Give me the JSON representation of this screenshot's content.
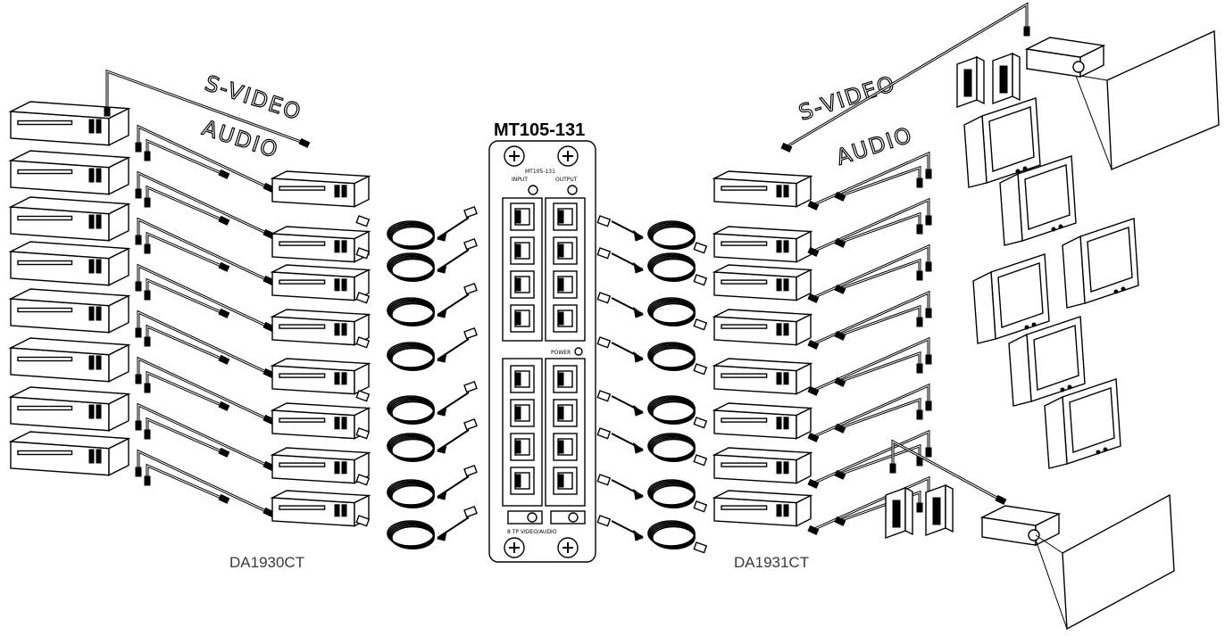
{
  "labels": {
    "module_title": "MT105-131",
    "left_device": "DA1930CT",
    "right_device": "DA1931CT",
    "left_svideo": "S-VIDEO",
    "left_audio": "AUDIO",
    "right_svideo": "S-VIDEO",
    "right_audio": "AUDIO",
    "panel_top": "MT105-131",
    "panel_in": "INPUT",
    "panel_out": "OUTPUT",
    "panel_power": "POWER",
    "panel_bottom": "8 TP VIDEO/AUDIO"
  },
  "counts": {
    "sources": 8,
    "transmitters": 8,
    "receivers": 8,
    "cables_per_side": 8,
    "rj45_ports_per_column": 8
  },
  "colors": {
    "line": "#000000",
    "fill": "#ffffff",
    "label_gray": "#3a3a3a"
  }
}
